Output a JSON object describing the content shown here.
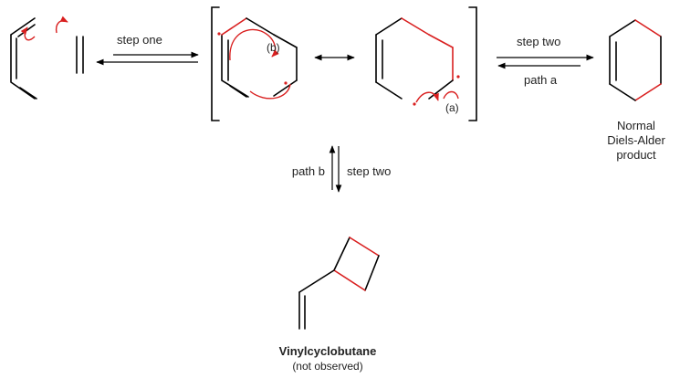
{
  "colors": {
    "bond": "#000000",
    "new_bond": "#d91f1f",
    "electron_arrow": "#d91f1f",
    "text": "#222222"
  },
  "labels": {
    "step_one": "step one",
    "step_two_right": "step two",
    "path_a": "path a",
    "path_b": "path b",
    "step_two_down": "step two",
    "marker_b": "(b)",
    "marker_a": "(a)"
  },
  "product_normal": {
    "line1": "Normal",
    "line2": "Diels-Alder",
    "line3": "product"
  },
  "product_side": {
    "name": "Vinylcyclobutane",
    "note": "(not observed)"
  }
}
